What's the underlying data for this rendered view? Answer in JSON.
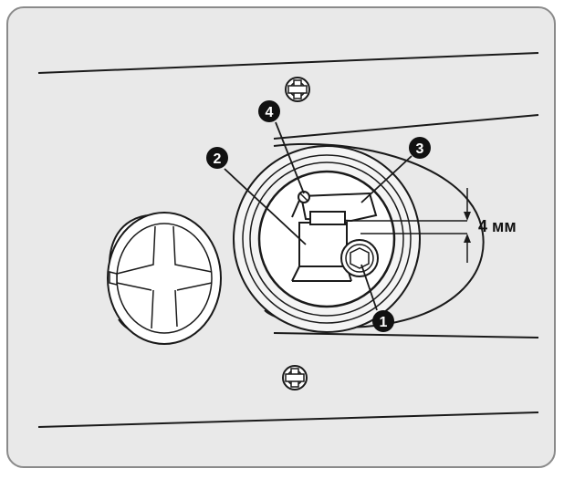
{
  "diagram": {
    "callouts": [
      {
        "id": "1",
        "label": "1"
      },
      {
        "id": "2",
        "label": "2"
      },
      {
        "id": "3",
        "label": "3"
      },
      {
        "id": "4",
        "label": "4"
      }
    ],
    "dimension": {
      "text": "4 мм"
    },
    "colors": {
      "panel_bg": "#e9e9e9",
      "line": "#1a1a1a",
      "callout_fill": "#111111",
      "callout_text": "#ffffff"
    }
  }
}
